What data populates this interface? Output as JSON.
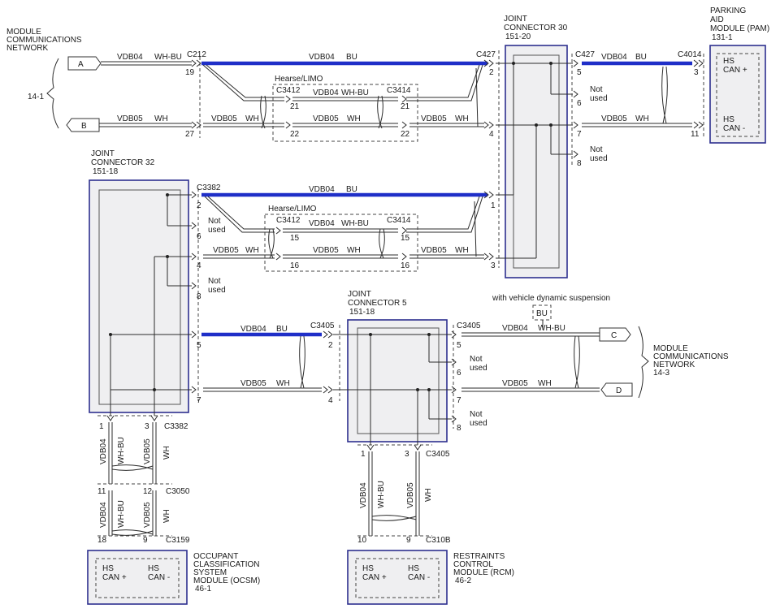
{
  "connectors": {
    "a": "A",
    "b": "B",
    "c": "C",
    "d": "D"
  },
  "networks": {
    "top_left_title": [
      "MODULE",
      "COMMUNICATIONS",
      "NETWORK"
    ],
    "top_left_ref": "14-1",
    "right_title": [
      "MODULE",
      "COMMUNICATIONS",
      "NETWORK"
    ],
    "right_ref": "14-3"
  },
  "wires": {
    "vdb04": "VDB04",
    "vdb05": "VDB05",
    "bu": "BU",
    "wh": "WH",
    "whbu": "WH-BU"
  },
  "splices": {
    "jc30": [
      "JOINT",
      "CONNECTOR 30",
      "151-20"
    ],
    "jc32": [
      "JOINT",
      "CONNECTOR 32",
      "151-18"
    ],
    "jc5": [
      "JOINT",
      "CONNECTOR 5",
      "151-18"
    ]
  },
  "modules": {
    "pam": [
      "PARKING",
      "AID",
      "MODULE (PAM)",
      "131-1"
    ],
    "ocsm": [
      "OCCUPANT",
      "CLASSIFICATION",
      "SYSTEM",
      "MODULE (OCSM)",
      "46-1"
    ],
    "rcm": [
      "RESTRAINTS",
      "CONTROL",
      "MODULE (RCM)",
      "46-2"
    ],
    "hs_can_plus": [
      "HS",
      "CAN +"
    ],
    "hs_can_minus": [
      "HS",
      "CAN -"
    ]
  },
  "conn_ids": {
    "c212": "C212",
    "c427": "C427",
    "c4014": "C4014",
    "c3412": "C3412",
    "c3414": "C3414",
    "c3382": "C3382",
    "c3405": "C3405",
    "c3050": "C3050",
    "c3159": "C3159",
    "c310b": "C310B"
  },
  "labels": {
    "hearse": "Hearse/LIMO",
    "not": "Not",
    "used": "used",
    "vds": "with vehicle dynamic suspension",
    "bu_box": "BU"
  },
  "pins": {
    "p19": "19",
    "p27": "27",
    "p21": "21",
    "p22": "22",
    "p2": "2",
    "p4": "4",
    "p5": "5",
    "p6": "6",
    "p7": "7",
    "p8": "8",
    "p3": "3",
    "p11": "11",
    "p1": "1",
    "p15": "15",
    "p16": "16",
    "p12": "12",
    "p18": "18",
    "p9": "9",
    "p10": "10"
  }
}
